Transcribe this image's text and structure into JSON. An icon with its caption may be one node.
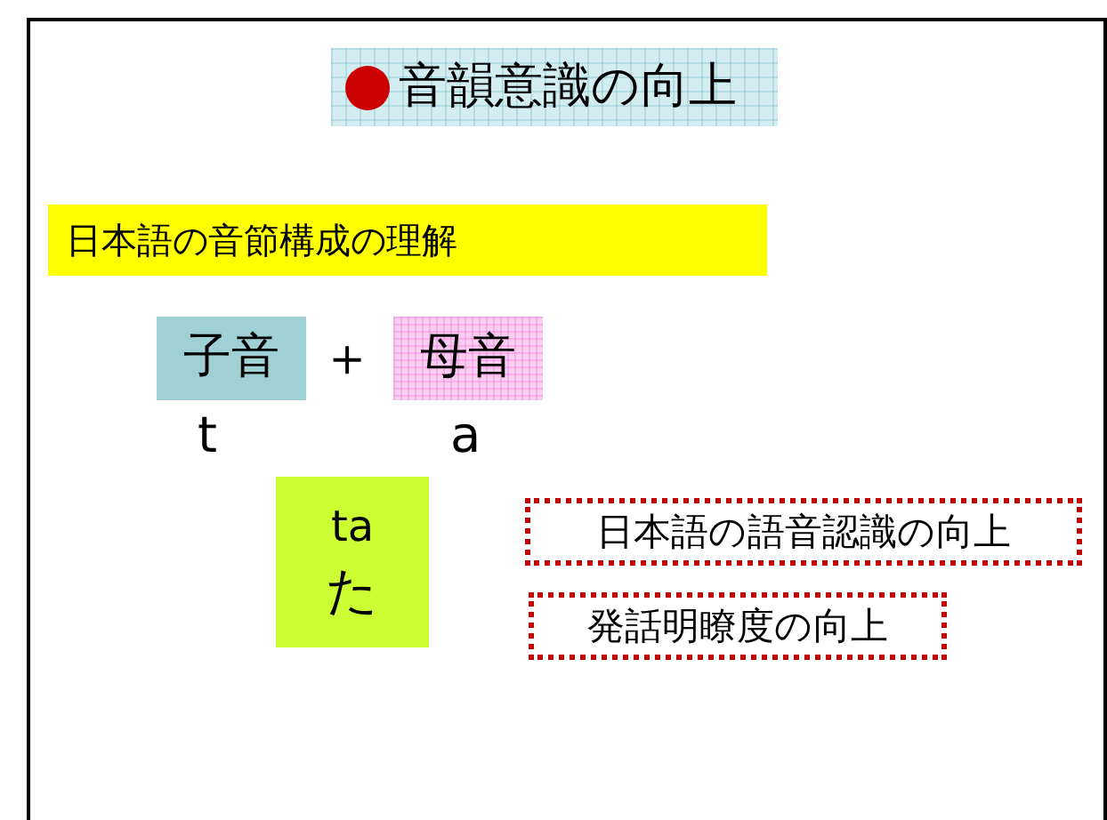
{
  "diagram": {
    "title": "音韻意識の向上",
    "nodes": [
      {
        "text": [
          "日本語の音節構成の理解"
        ]
      },
      {
        "text": [
          "子音"
        ]
      },
      {
        "text": [
          "母音"
        ]
      },
      {
        "text": [
          "ta",
          "た"
        ]
      },
      {
        "text": [
          "日本語の語音認識の向上"
        ]
      },
      {
        "text": [
          "発話明瞭度の向上"
        ]
      }
    ],
    "labels": [
      "＋",
      "t",
      "a"
    ]
  }
}
